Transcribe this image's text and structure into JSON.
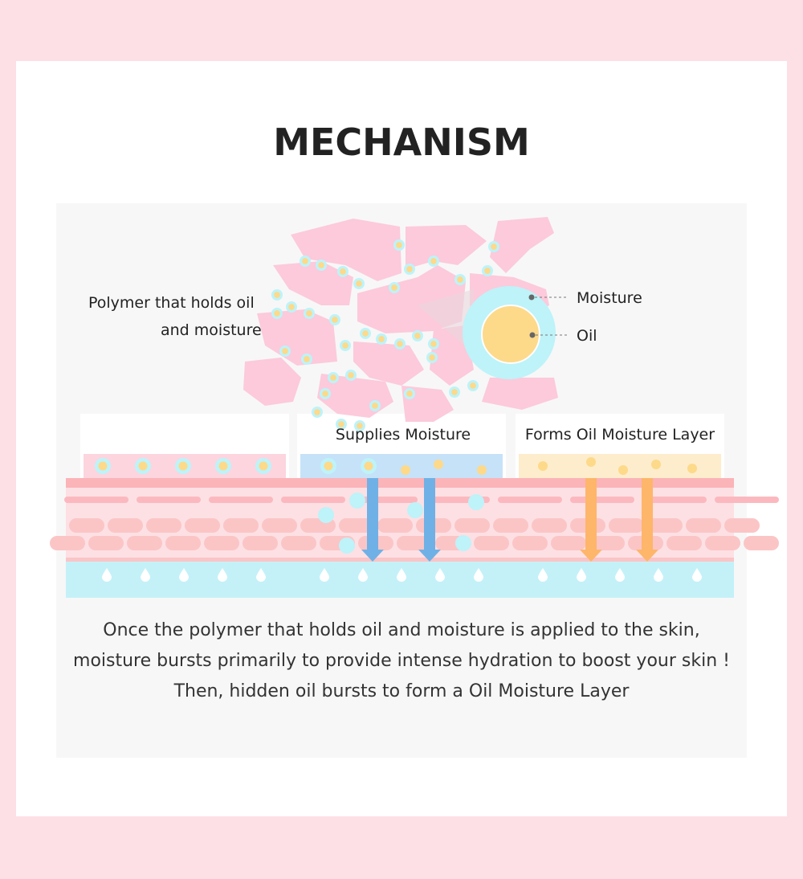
{
  "title": "MECHANISM",
  "polymer_label": [
    "Polymer that holds oil",
    "and moisture"
  ],
  "legend": {
    "moisture": "Moisture",
    "oil": "Oil"
  },
  "stages": [
    {
      "label": ""
    },
    {
      "label": "Supplies Moisture"
    },
    {
      "label": "Forms Oil Moisture Layer"
    }
  ],
  "description": [
    "Once the polymer that holds oil and moisture is applied to the skin,",
    "moisture bursts primarily to provide intense hydration to boost your skin !",
    "Then, hidden oil bursts to form a Oil Moisture Layer"
  ],
  "colors": {
    "background": "#fde0e6",
    "polymer": "#fccadb",
    "moisture": "#bdf3f9",
    "oil": "#fdd98a",
    "moisture_arrow": "#6fb1e6",
    "oil_arrow": "#fdb66a"
  }
}
